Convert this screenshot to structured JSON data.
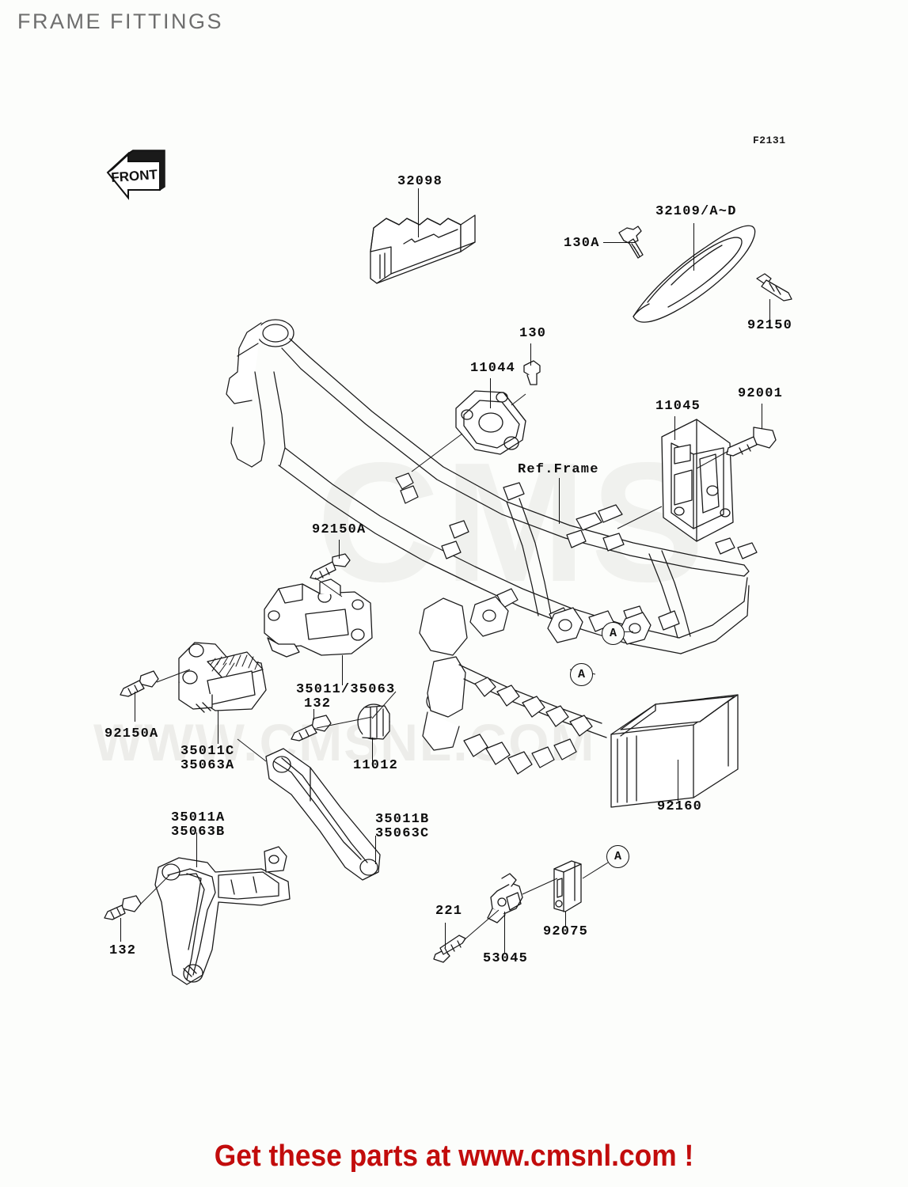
{
  "header": {
    "title": "FRAME FITTINGS",
    "figure_code": "F2131"
  },
  "footer": {
    "cta": "Get these parts at www.cmsnl.com !"
  },
  "watermark": {
    "url_text": "WWW.CMSNL.COM",
    "logo_text": "CMS"
  },
  "front_indicator": {
    "label": "FRONT"
  },
  "reference": {
    "frame_label": "Ref.Frame"
  },
  "callouts": [
    {
      "id": "callout-a-1",
      "label": "A"
    },
    {
      "id": "callout-a-2",
      "label": "A"
    },
    {
      "id": "callout-a-3",
      "label": "A"
    }
  ],
  "parts": [
    {
      "id": "p-32098",
      "label": "32098"
    },
    {
      "id": "p-32109",
      "label": "32109/A~D"
    },
    {
      "id": "p-130a",
      "label": "130A"
    },
    {
      "id": "p-92150",
      "label": "92150"
    },
    {
      "id": "p-130",
      "label": "130"
    },
    {
      "id": "p-11044",
      "label": "11044"
    },
    {
      "id": "p-11045",
      "label": "11045"
    },
    {
      "id": "p-92001",
      "label": "92001"
    },
    {
      "id": "p-92150a-upper",
      "label": "92150A"
    },
    {
      "id": "p-92150a-lower",
      "label": "92150A"
    },
    {
      "id": "p-35011c",
      "label": "35011C"
    },
    {
      "id": "p-35063a",
      "label": "35063A"
    },
    {
      "id": "p-35011-35063",
      "label": "35011/35063"
    },
    {
      "id": "p-132-mid",
      "label": "132"
    },
    {
      "id": "p-11012",
      "label": "11012"
    },
    {
      "id": "p-35011a",
      "label": "35011A"
    },
    {
      "id": "p-35063b",
      "label": "35063B"
    },
    {
      "id": "p-35011b",
      "label": "35011B"
    },
    {
      "id": "p-35063c",
      "label": "35063C"
    },
    {
      "id": "p-132-low",
      "label": "132"
    },
    {
      "id": "p-92160",
      "label": "92160"
    },
    {
      "id": "p-221",
      "label": "221"
    },
    {
      "id": "p-53045",
      "label": "53045"
    },
    {
      "id": "p-92075",
      "label": "92075"
    }
  ]
}
